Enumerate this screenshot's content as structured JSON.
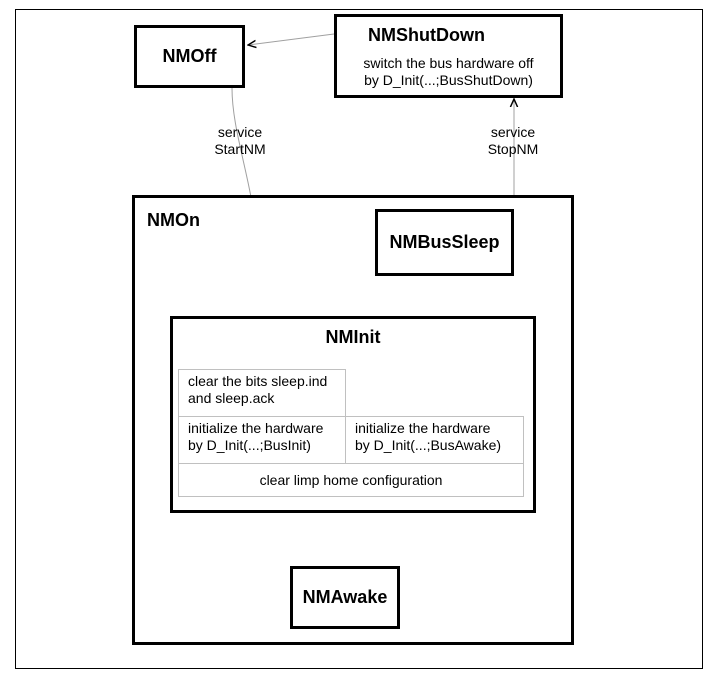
{
  "states": {
    "nm_off": "NMOff",
    "nm_shutdown": "NMShutDown",
    "nm_on": "NMOn",
    "nm_bus_sleep": "NMBusSleep",
    "nm_init": "NMInit",
    "nm_awake": "NMAwake"
  },
  "shutdown_action": {
    "line1": "switch the bus hardware off",
    "line2": "by D_Init(...;BusShutDown)"
  },
  "transitions": {
    "start_nm": {
      "line1": "service",
      "line2": "StartNM"
    },
    "stop_nm": {
      "line1": "service",
      "line2": "StopNM"
    }
  },
  "init_actions": {
    "clear_bits": {
      "line1": "clear the bits sleep.ind",
      "line2": "and sleep.ack"
    },
    "init_hw": {
      "line1": "initialize the hardware",
      "line2": "by D_Init(...;BusInit)"
    },
    "init_hw_awake": {
      "line1": "initialize the hardware",
      "line2": "by D_Init(...;BusAwake)"
    },
    "clear_limp": "clear limp home configuration"
  },
  "colors": {
    "line": "#000000",
    "arrow_line": "#a0a0a0",
    "cell_border": "#c0c0c0"
  }
}
